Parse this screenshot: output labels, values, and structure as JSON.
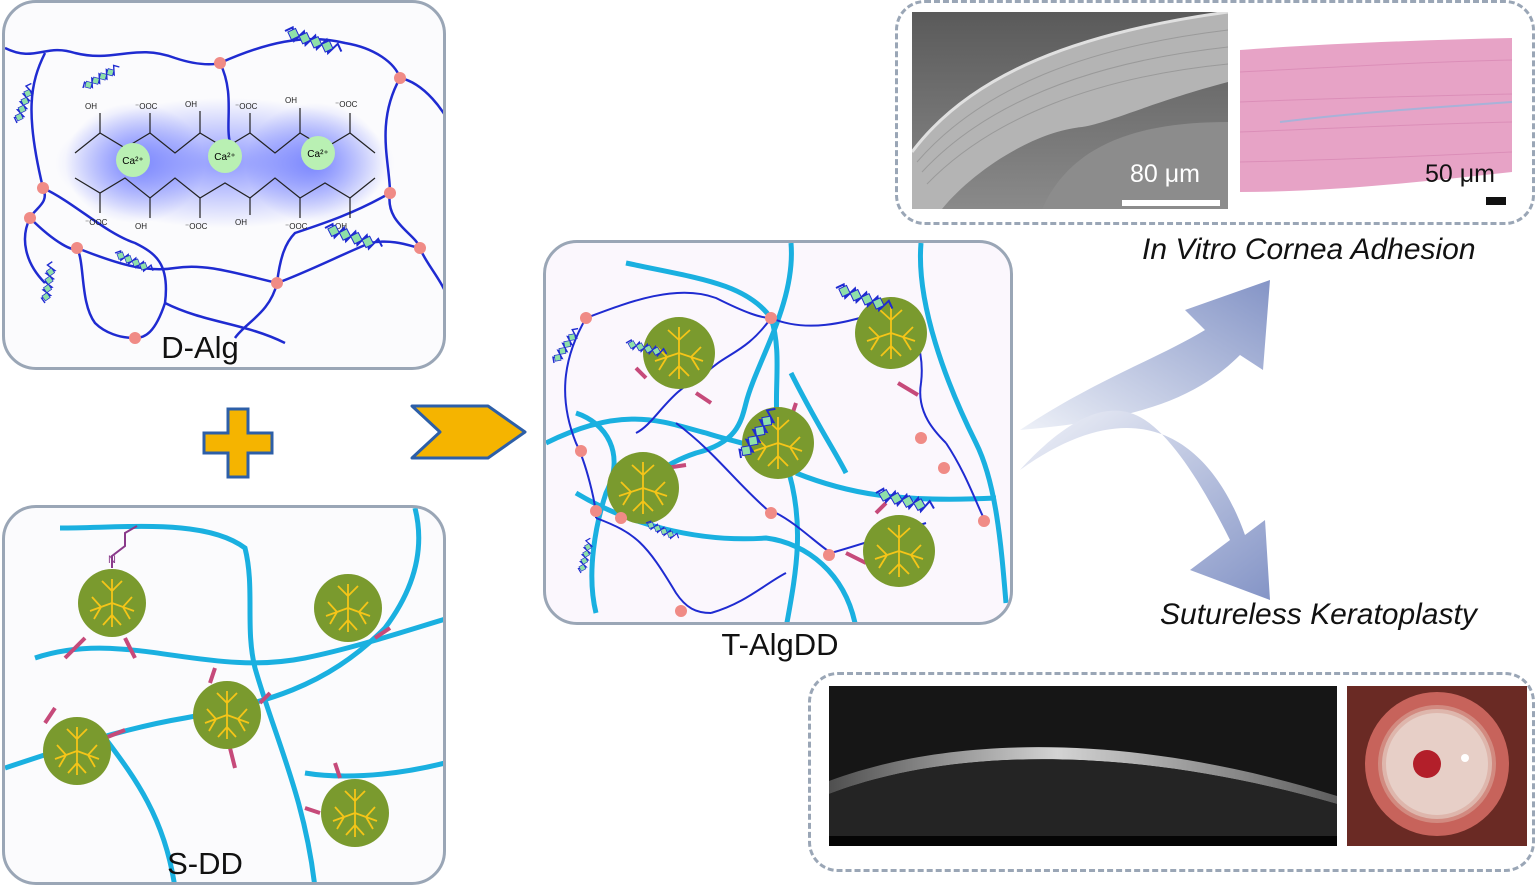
{
  "panels": {
    "dalg": {
      "label": "D-Alg",
      "ions": [
        "Ca²⁺",
        "Ca²⁺",
        "Ca²⁺"
      ]
    },
    "sdd": {
      "label": "S-DD"
    },
    "talgdd": {
      "label": "T-AlgDD"
    }
  },
  "outcomes": {
    "top": {
      "title": "In Vitro Cornea Adhesion",
      "sem_scale": "80 μm",
      "histo_scale": "50 μm"
    },
    "bottom": {
      "title": "Sutureless Keratoplasty"
    }
  },
  "colors": {
    "alginate_chain": "#1f2bd1",
    "polymer_chain": "#1ab0e0",
    "crosslink_dot": "#f08b86",
    "dendrimer": "#7a9a2e",
    "zigzag": "#8fe0a8",
    "arrow": "#f5b400"
  }
}
